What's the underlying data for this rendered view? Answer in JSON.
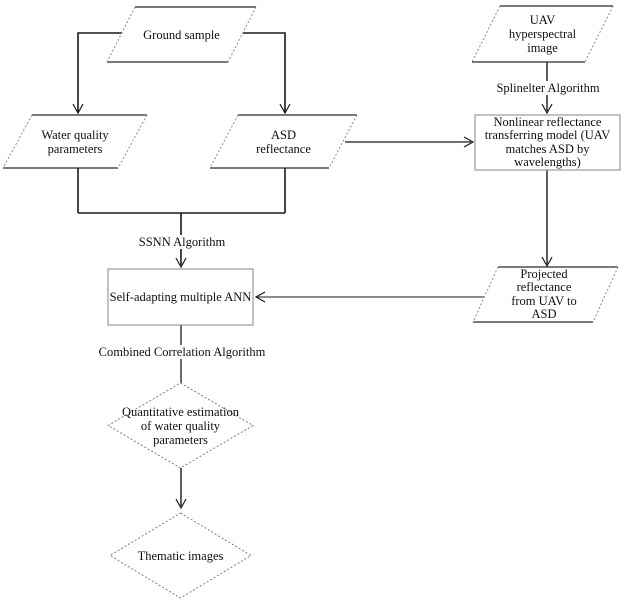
{
  "diagram": {
    "background_color": "#ffffff",
    "line_color": "#1a1a1a",
    "box_border_color": "#999999",
    "nodes": {
      "ground_sample": {
        "type": "parallelogram",
        "label": "Ground sample"
      },
      "uav_image": {
        "type": "parallelogram",
        "lines": [
          "UAV",
          "hyperspectral",
          "image"
        ]
      },
      "water_quality": {
        "type": "parallelogram",
        "lines": [
          "Water quality",
          "parameters"
        ]
      },
      "asd_reflectance": {
        "type": "parallelogram",
        "lines": [
          "ASD",
          "reflectance"
        ]
      },
      "nonlinear_model": {
        "type": "rectangle",
        "lines": [
          "Nonlinear reflectance",
          "transferring model (UAV",
          "matches ASD by",
          "wavelengths)"
        ]
      },
      "self_adapting_ann": {
        "type": "rectangle",
        "label": "Self-adapting multiple ANN"
      },
      "projected_reflectance": {
        "type": "parallelogram",
        "lines": [
          "Projected",
          "reflectance",
          "from UAV to",
          "ASD"
        ]
      },
      "quantitative_estimation": {
        "type": "diamond",
        "lines": [
          "Quantitative estimation",
          "of water quality",
          "parameters"
        ]
      },
      "thematic_images": {
        "type": "diamond",
        "label": "Thematic images"
      }
    },
    "edge_labels": {
      "splinelter": "Splinelter Algorithm",
      "ssnn": "SSNN Algorithm",
      "combined_correlation": "Combined Correlation Algorithm"
    }
  }
}
